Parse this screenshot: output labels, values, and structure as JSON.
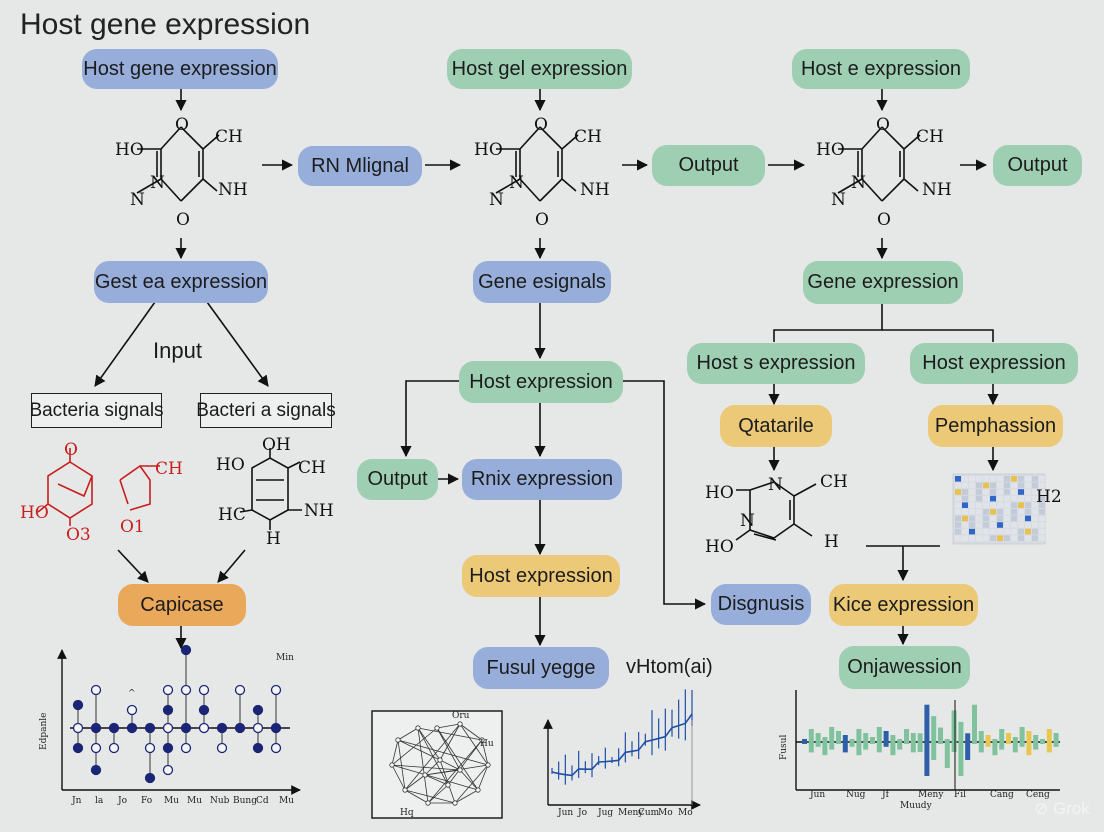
{
  "title": "Host gene expression",
  "col1": {
    "top": "Host gene expression",
    "gene": "Gest ea expression",
    "input": "Input",
    "box_left": "Bacteria signals",
    "box_right": "Bacteri a signals",
    "capicase": "Capicase",
    "chart_min": "Min",
    "chart_ylabel": "Edpanle",
    "chart_caret": "^",
    "chart_ticks": [
      "Jn",
      "la",
      "Jo",
      "Fo",
      "Mu",
      "Mu",
      "Nub",
      "Bung",
      "Cd",
      "Mu"
    ]
  },
  "col2": {
    "top": "Host gel expression",
    "signal": "RN Mlignal",
    "gene": "Gene esignals",
    "host": "Host expression",
    "output": "Output",
    "rnix": "Rnix expression",
    "host2": "Host expression",
    "fusul": "Fusul yegge",
    "chart_title": "vHtom(ai)",
    "net_labels": [
      "Oru",
      "Hu",
      "Hq"
    ],
    "chart_ticks": [
      "Jun",
      "Jo",
      "Jug",
      "Meny",
      "Cum",
      "Mo",
      "Mo"
    ]
  },
  "col3": {
    "top": "Host e expression",
    "output_mid": "Output",
    "output_right": "Output",
    "gene": "Gene expression",
    "host_left": "Host s expression",
    "host_right": "Host expression",
    "qtatarile": "Qtatarile",
    "pemphassion": "Pemphassion",
    "disgnusis": "Disgnusis",
    "kice": "Kice expression",
    "onja": "Onjawession",
    "heat_label": "H2",
    "chart_ylabel": "Fusul",
    "chart_xlabel": "Muudy",
    "chart_ticks": [
      "Jun",
      "Nug",
      "Jf",
      "Meny",
      "Fil",
      "Cang",
      "Ceng"
    ]
  },
  "chem": {
    "HO": "HO",
    "CH": "CH",
    "N": "N",
    "NH": "NH",
    "O": "O",
    "H": "H",
    "HC": "HC",
    "OH": "OH",
    "CH1": "CH",
    "O3": "O3",
    "O1": "O1"
  },
  "watermark": "Grok",
  "colors": {
    "blue": "#97aedb",
    "green": "#9fcfb3",
    "yellow": "#ecc977",
    "orange": "#eaa85a",
    "red_chem": "#c81e1e",
    "navy": "#1c2575"
  }
}
